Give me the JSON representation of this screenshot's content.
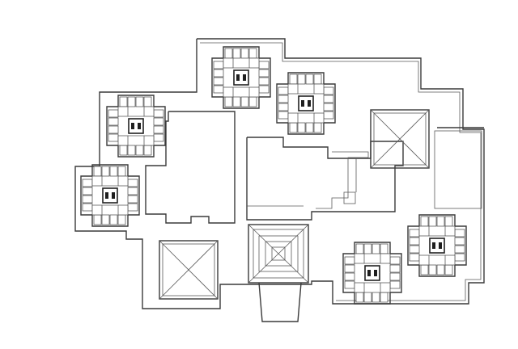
{
  "colors": {
    "line": "#3a3a3a",
    "background": "#ffffff"
  },
  "towers": [
    {
      "id": "tower-1"
    },
    {
      "id": "tower-2"
    },
    {
      "id": "tower-3"
    },
    {
      "id": "tower-4"
    },
    {
      "id": "tower-5"
    },
    {
      "id": "tower-6"
    }
  ],
  "pavilions": [
    {
      "id": "pavilion-1",
      "kind": "hip-roof"
    },
    {
      "id": "pavilion-2",
      "kind": "hip-roof"
    },
    {
      "id": "pavilion-3",
      "kind": "stepped-roof"
    }
  ]
}
